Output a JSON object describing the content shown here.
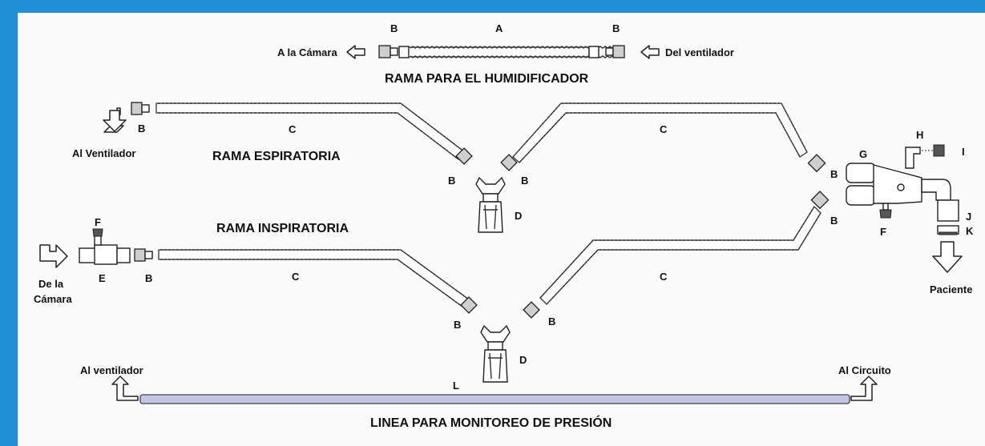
{
  "titles": {
    "humidifier_branch": "RAMA PARA EL HUMIDIFICADOR",
    "expiratory_branch": "RAMA ESPIRATORIA",
    "inspiratory_branch": "RAMA INSPIRATORIA",
    "pressure_line": "LINEA PARA MONITOREO DE PRESIÓN"
  },
  "directions": {
    "to_chamber": "A la Cámara",
    "from_ventilator": "Del ventilador",
    "to_ventilator_expiratory": "Al Ventilador",
    "from_chamber_line1": "De  la",
    "from_chamber_line2": "Cámara",
    "to_patient": "Paciente",
    "to_ventilator_pressure": "Al ventilador",
    "to_circuit": "Al Circuito"
  },
  "part_letters": {
    "A": "A",
    "B": "B",
    "C": "C",
    "D": "D",
    "E": "E",
    "F": "F",
    "G": "G",
    "H": "H",
    "I": "I",
    "J": "J",
    "K": "K",
    "L": "L"
  },
  "colors": {
    "background": "#1f8fd6",
    "panel": "#fbfbfb",
    "pressure_line_fill": "#c4c4e6",
    "connector": "#cfcfcf"
  }
}
